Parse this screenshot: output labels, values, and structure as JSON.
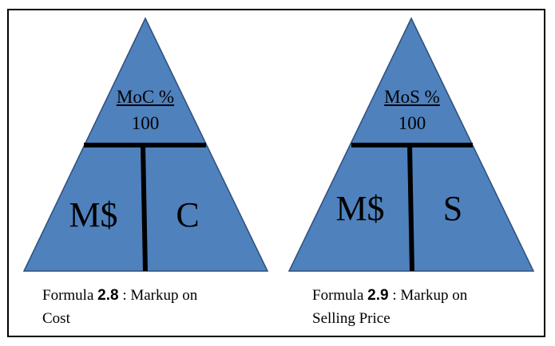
{
  "colors": {
    "fill": "#4F81BD",
    "stroke": "#2E4F7A",
    "bar": "#000000",
    "border": "#000000"
  },
  "left": {
    "fraction_top": "MoC %",
    "fraction_bottom": "100",
    "bottom_left": "M$",
    "bottom_right": "C",
    "caption": {
      "prefix": "Formula ",
      "number": "2.8",
      "suffix": " : Markup on",
      "line2": "Cost"
    }
  },
  "right": {
    "fraction_top": "MoS %",
    "fraction_bottom": "100",
    "bottom_left": "M$",
    "bottom_right": "S",
    "caption": {
      "prefix": "Formula ",
      "number": "2.9",
      "suffix": " : Markup on",
      "line2": "Selling Price"
    }
  }
}
